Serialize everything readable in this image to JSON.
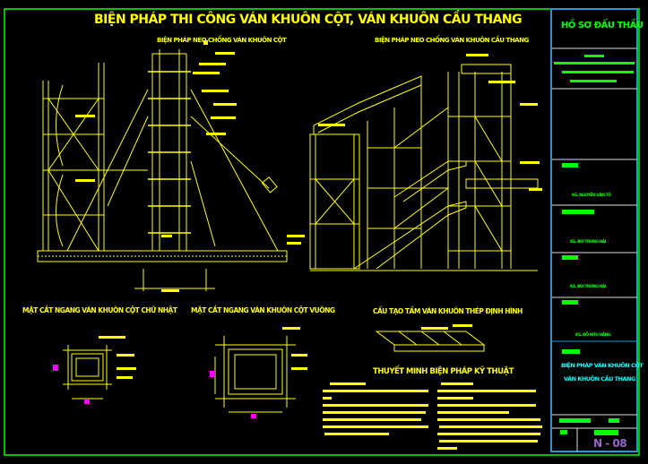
{
  "drawing": {
    "main_title": "BIỆN PHÁP THI CÔNG VÁN KHUÔN CỘT, VÁN KHUÔN CẦU THANG",
    "views": {
      "column_bracing": "BIỆN PHÁP NEO CHỐNG VÁN KHUÔN CỘT",
      "stair_bracing": "BIỆN PHÁP NEO CHỐNG VÁN KHUÔN CẦU THANG",
      "rect_section": "MẶT CẮT NGANG VÁN KHUÔN CỘT CHỮ NHẬT",
      "square_section": "MẶT CẮT NGANG VÁN KHUÔN CỘT VUÔNG",
      "steel_panel": "CẤU TẠO TẤM VÁN KHUÔN THÉP ĐỊNH HÌNH"
    },
    "notes_title": "THUYẾT MINH BIỆN PHÁP KỸ THUẬT"
  },
  "title_block": {
    "header": "HỒ SƠ ĐẤU THẦU",
    "engineers": [
      "KS. NGUYỄN VĂN TỐ",
      "KS. BÙI TRUNG HẢI",
      "KS. BÙI TRUNG HẢI",
      "KS. ĐỖ HỮU HẰNG"
    ],
    "drawing_name_line1": "BIỆN PHÁP VÁN KHUÔN CỘT",
    "drawing_name_line2": "VÁN KHUÔN CẦU THANG",
    "sheet_number": "N - 08"
  },
  "colors": {
    "frame": "#00ff00",
    "lines": "#ffff00",
    "title_block_border": "#1e9bd7",
    "sheet_number": "#9966cc",
    "markers": "#ff00ff"
  }
}
